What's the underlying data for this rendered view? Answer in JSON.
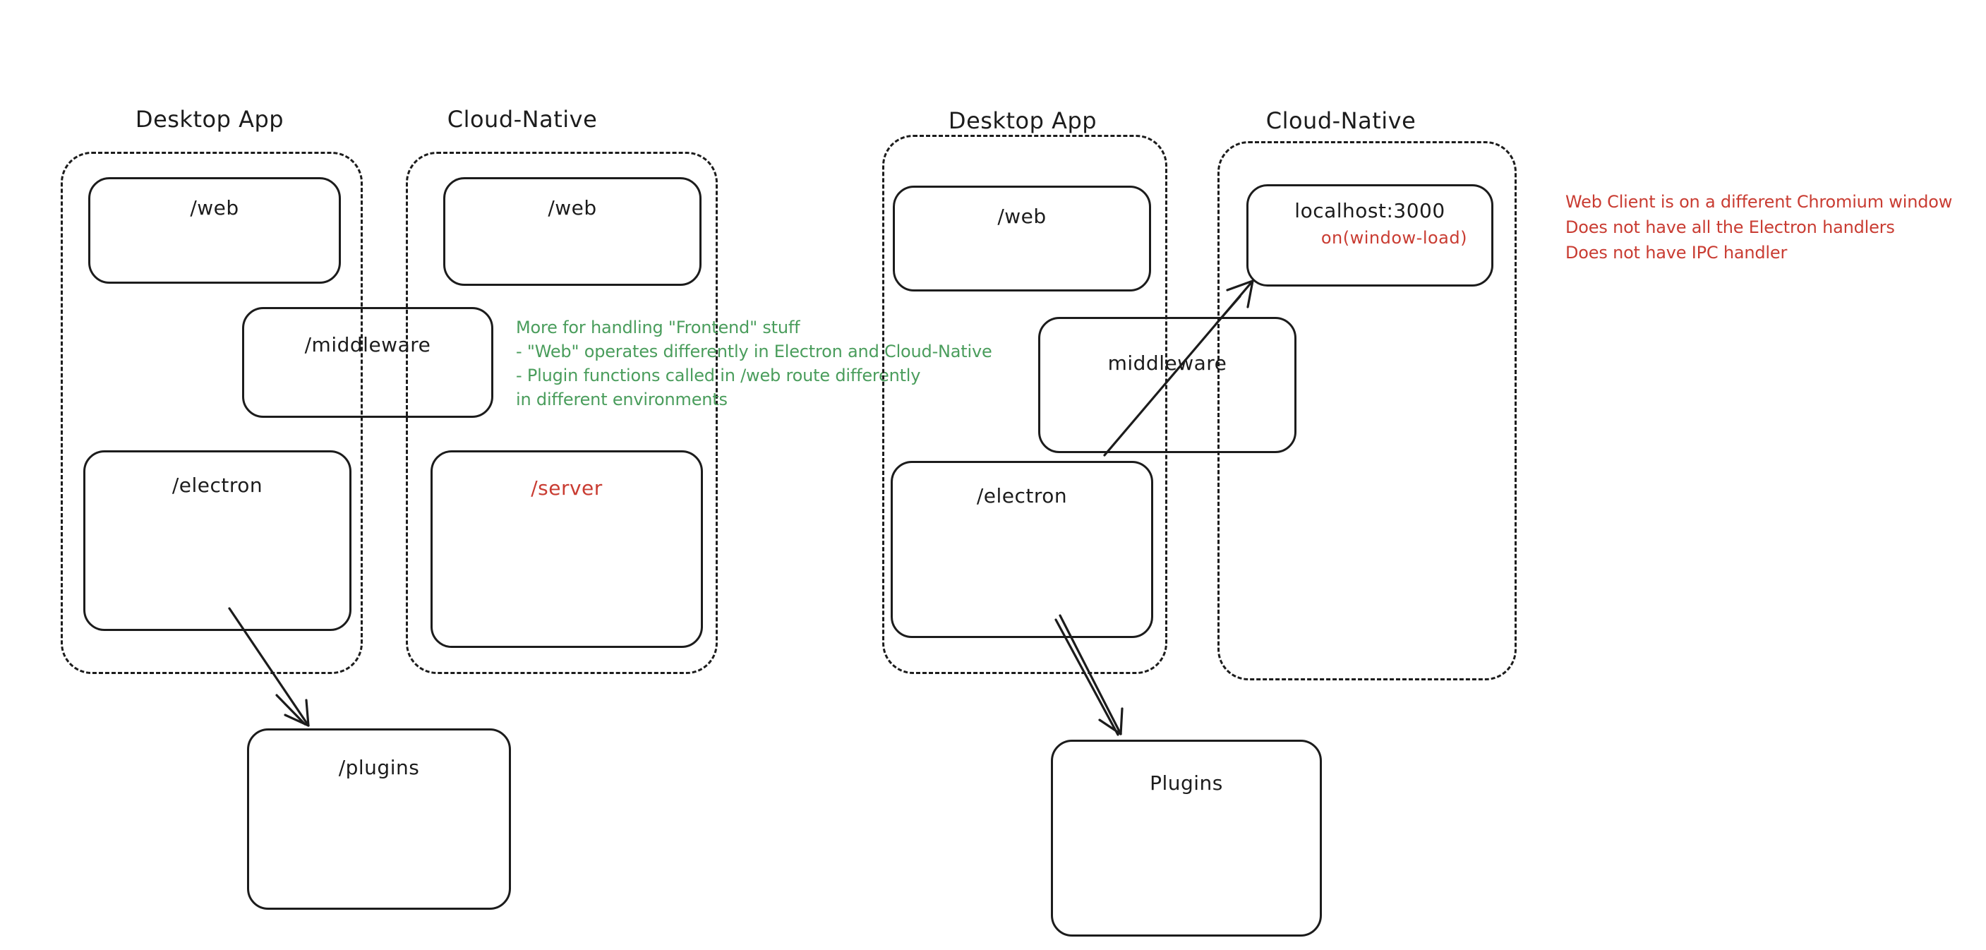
{
  "colors": {
    "background": "#ffffff",
    "ink": "#1c1c1c",
    "green_annotation": "#4a9d5c",
    "red_annotation": "#c93c32"
  },
  "left": {
    "desktop_title": "Desktop App",
    "cloud_title": "Cloud-Native",
    "web_desktop": "/web",
    "web_cloud": "/web",
    "middleware": "/middleware",
    "electron": "/electron",
    "server": "/server",
    "plugins": "/plugins",
    "green_note": [
      "More for handling \"Frontend\" stuff",
      "- \"Web\" operates differently in Electron and Cloud-Native",
      "- Plugin functions called in /web route differently",
      "in different environments"
    ]
  },
  "right": {
    "desktop_title": "Desktop App",
    "cloud_title": "Cloud-Native",
    "web": "/web",
    "localhost": "localhost:3000",
    "window_load": "on(window-load)",
    "middleware": "middleware",
    "electron": "/electron",
    "plugins": "Plugins",
    "red_note": [
      "Web Client is on a different Chromium window",
      "Does not have all the Electron handlers",
      "Does not have IPC handler"
    ]
  }
}
